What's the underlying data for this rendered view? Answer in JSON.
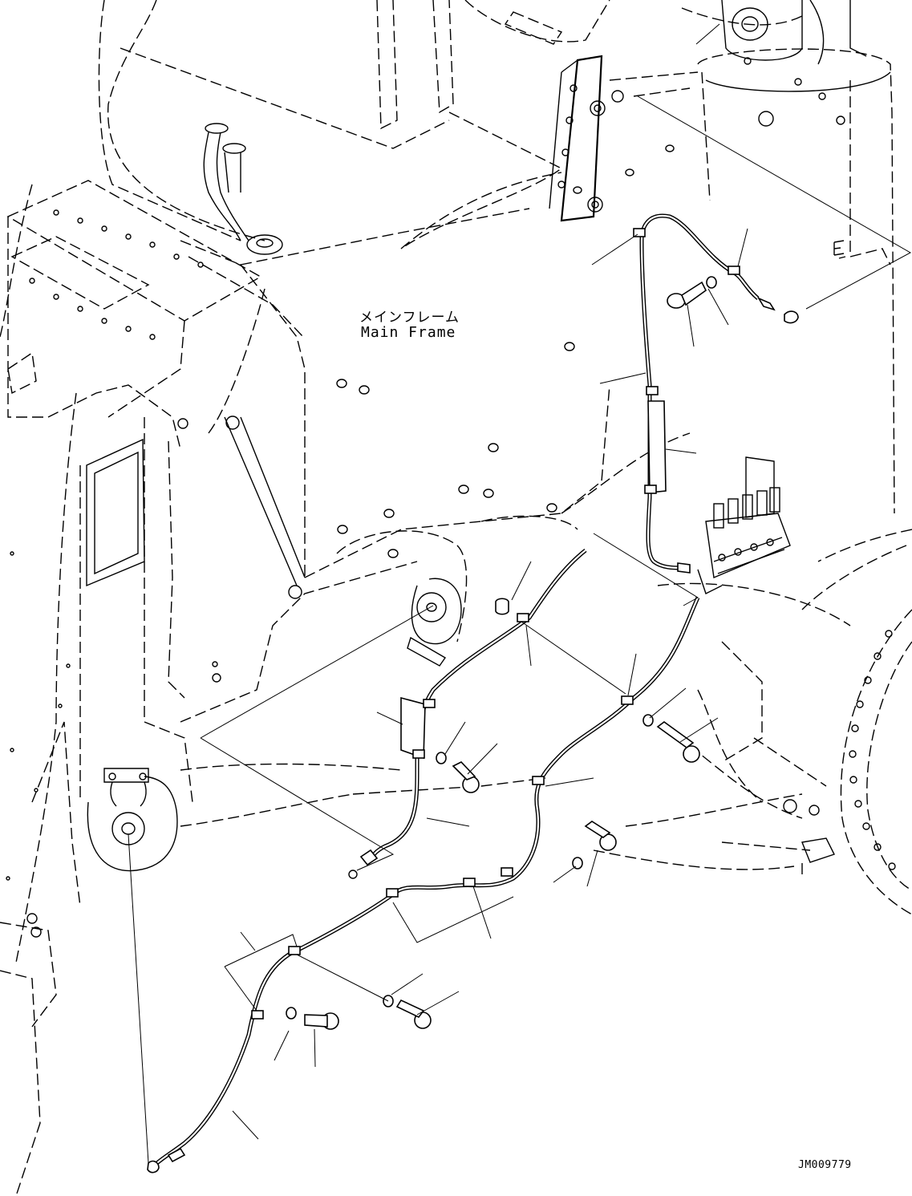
{
  "labels": {
    "main_frame_jp": "メインフレーム",
    "main_frame_en": "Main Frame",
    "drawing_code": "JM009779"
  },
  "colors": {
    "line": "#000000",
    "background": "#ffffff"
  }
}
